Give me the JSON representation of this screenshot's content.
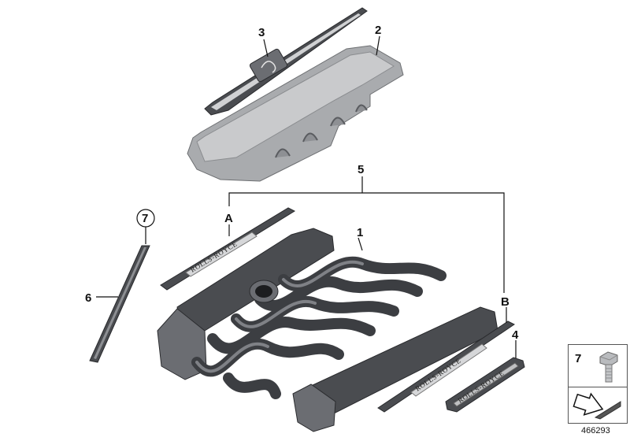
{
  "callouts": {
    "c1": "1",
    "c2": "2",
    "c3": "3",
    "c4": "4",
    "c5": "5",
    "c6": "6",
    "c7": "7",
    "cA": "A",
    "cB": "B"
  },
  "badges": {
    "badge_a": "ROLLS-ROYCE",
    "badge_b": "ROLLS-ROYCE",
    "badge_4": "ROLLS-ROYCE"
  },
  "legend": {
    "number": "7"
  },
  "reference_number": "466293",
  "icons": {
    "bolt": "bolt-icon",
    "arrow": "arrow-icon"
  }
}
